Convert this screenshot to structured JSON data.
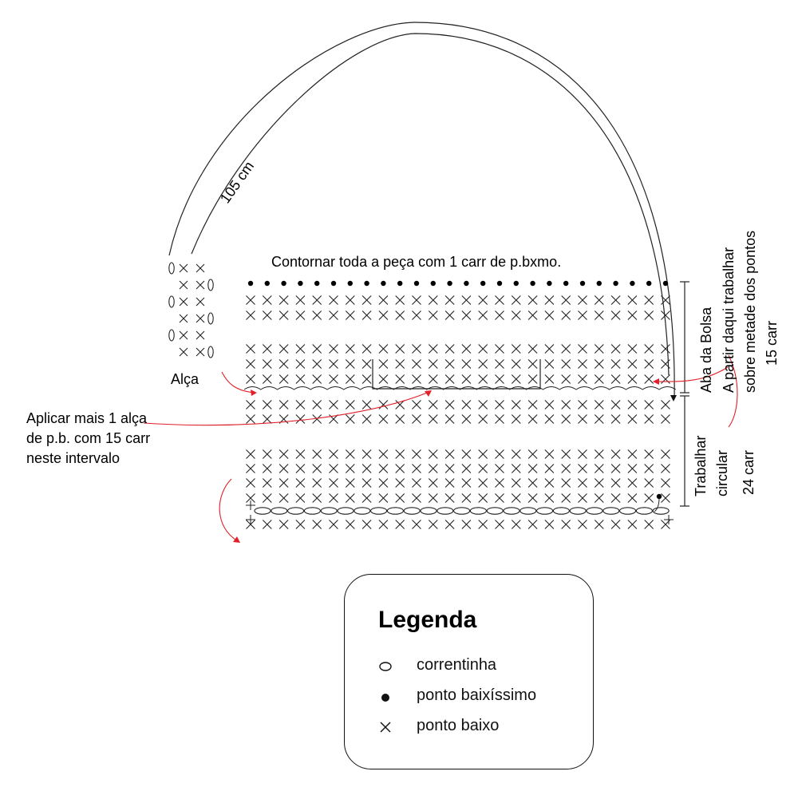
{
  "labels": {
    "handle_length": "105 cm",
    "border_instruction": "Contornar toda a peça com 1 carr de p.bxmo.",
    "handle_label": "Alça",
    "extra_handle_line1": "Aplicar mais 1 alça",
    "extra_handle_line2": "de p.b. com 15 carr",
    "extra_handle_line3": "neste intervalo",
    "flap_label": "Aba da Bolsa",
    "flap_note_line1": "A partir daqui trabalhar",
    "flap_note_line2": "sobre metade dos pontos",
    "flap_note_line3": "15 carr",
    "body_label_line1": "Trabalhar",
    "body_label_line2": "circular",
    "body_label_line3": "24 carr"
  },
  "legend": {
    "title": "Legenda",
    "items": [
      {
        "symbol": "chain-oval-icon",
        "label": "correntinha"
      },
      {
        "symbol": "filled-dot-icon",
        "label": "ponto baixíssimo"
      },
      {
        "symbol": "cross-icon",
        "label": "ponto baixo"
      }
    ]
  },
  "colors": {
    "stitch": "#222222",
    "arrow": "#e0202a",
    "text": "#000000"
  }
}
